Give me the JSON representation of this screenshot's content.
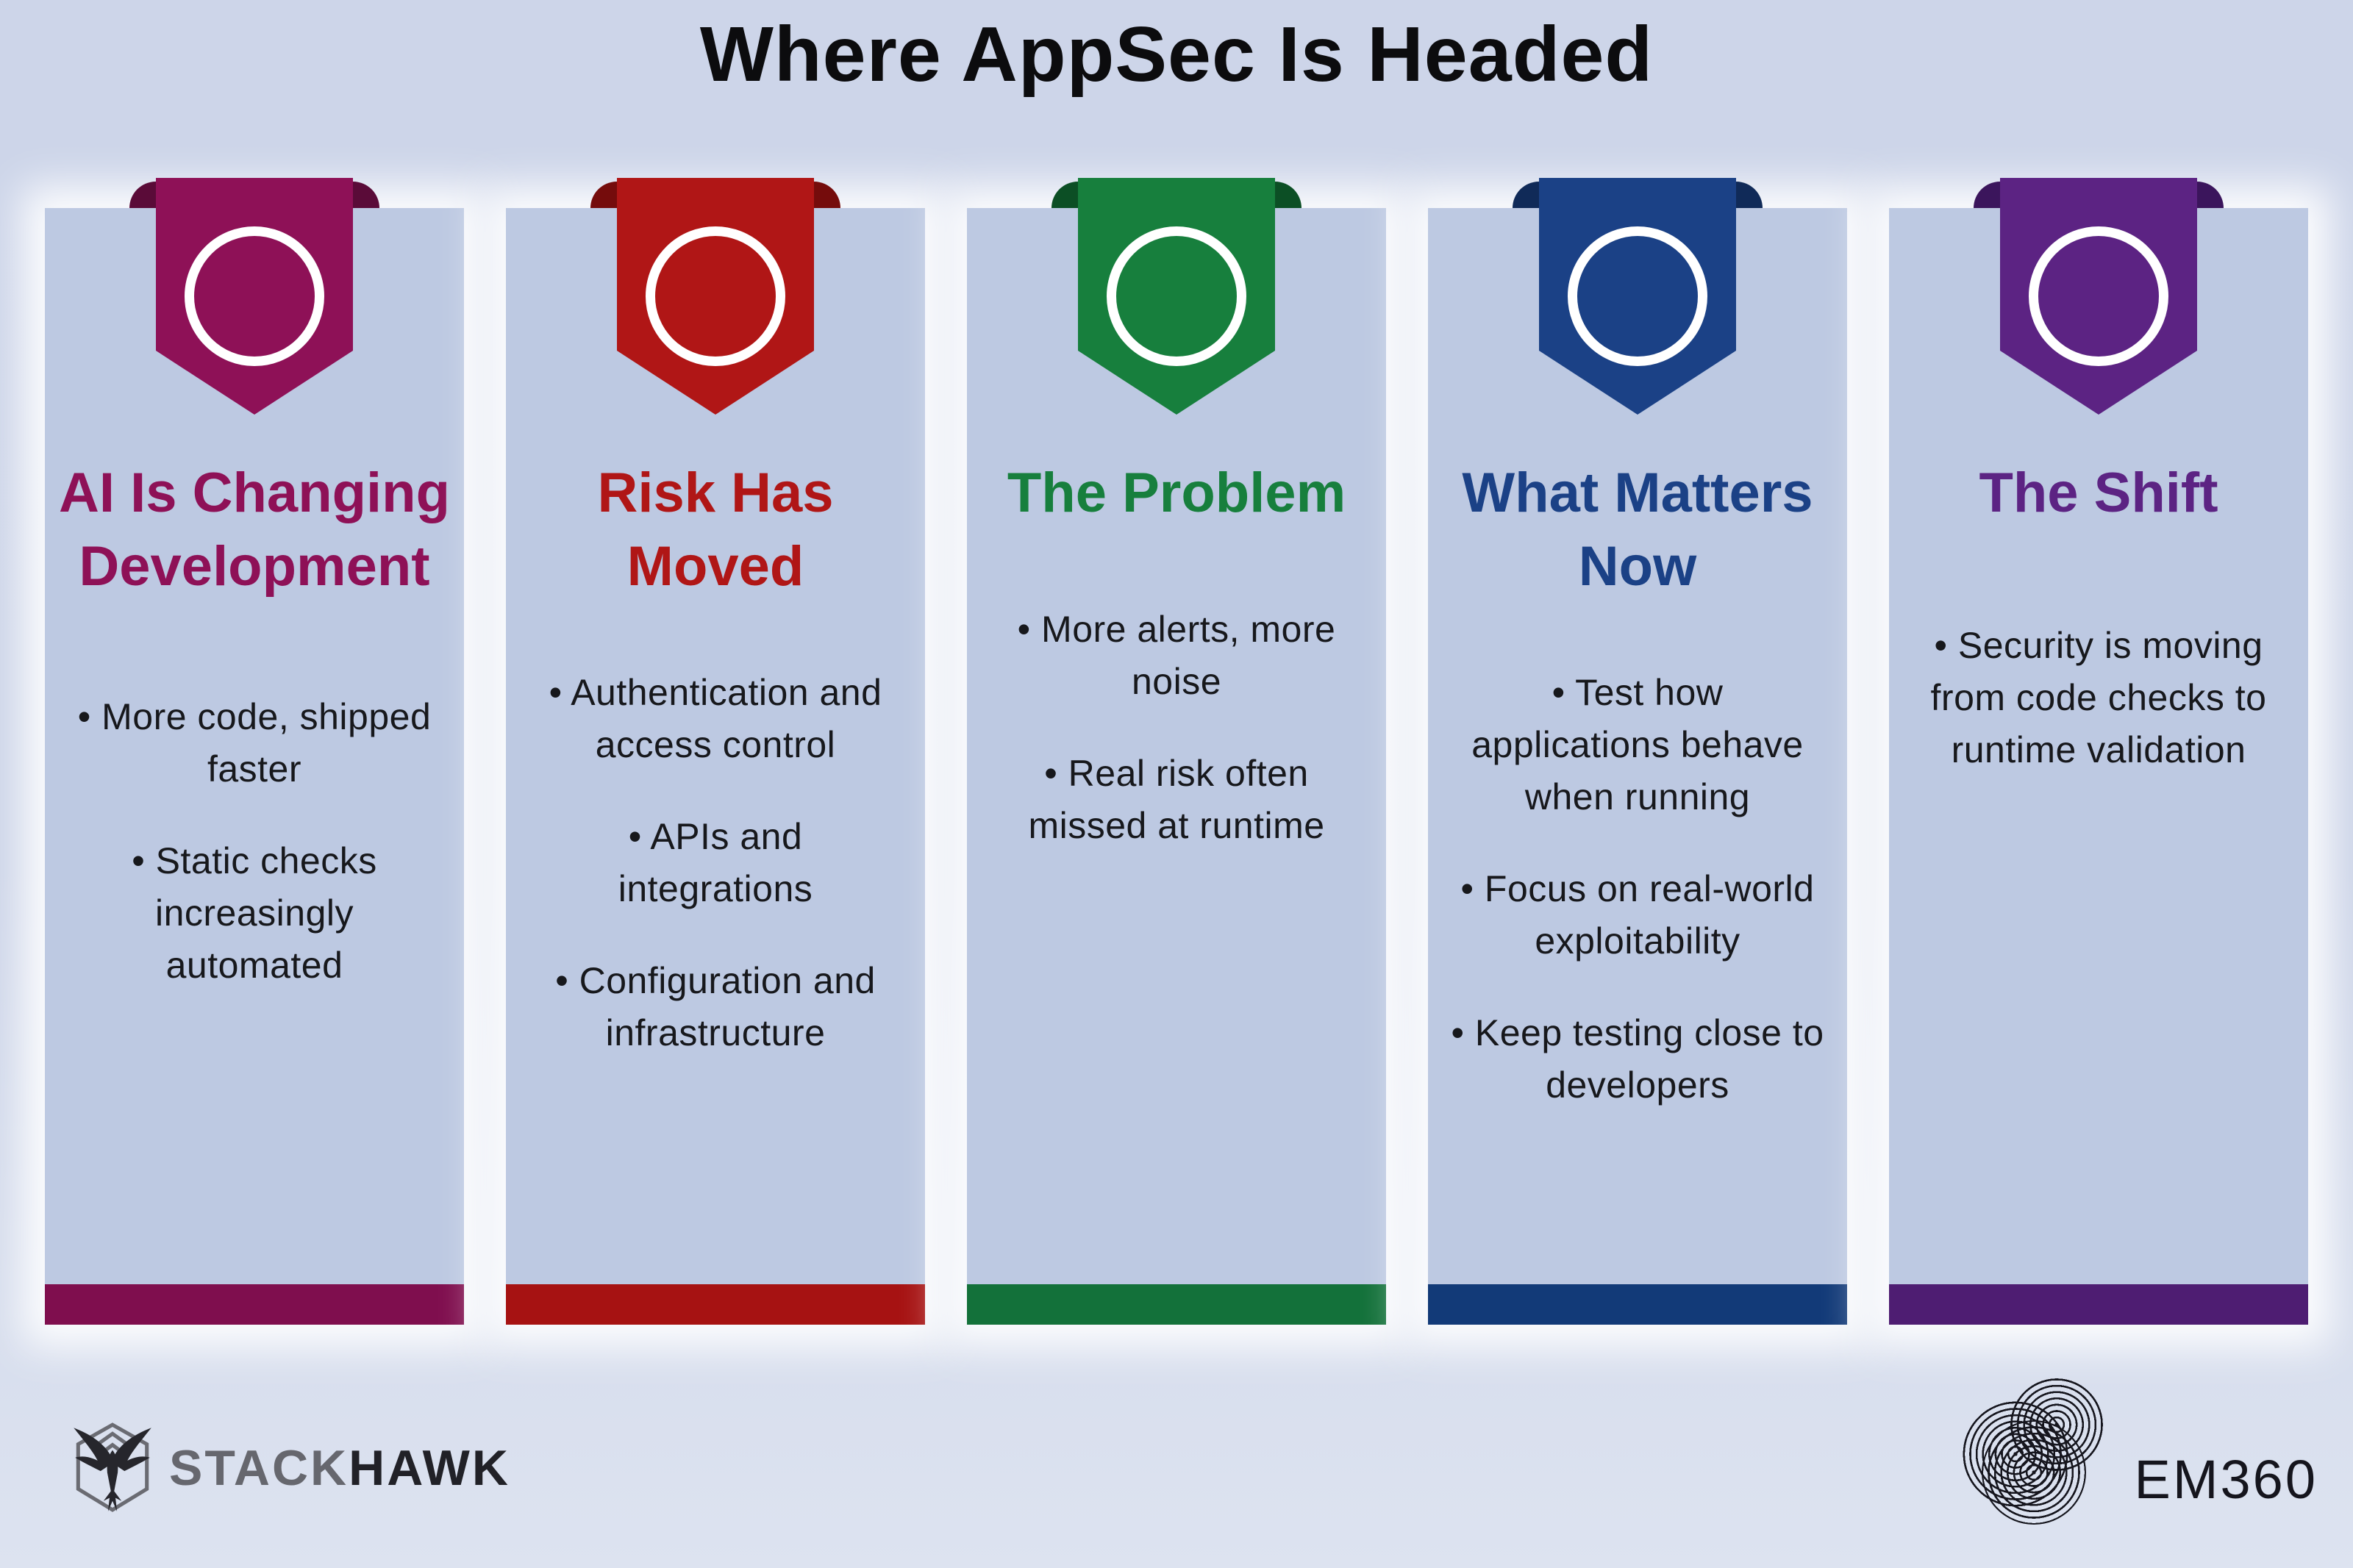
{
  "title": "Where AppSec Is Headed",
  "background_color": "#cdd5e9",
  "card_background_color": "#bdc9e2",
  "bullet_text_color": "#17181c",
  "cards": [
    {
      "heading": "AI Is Changing Development",
      "color": "#8E1157",
      "fold_color": "#5A0B38",
      "bar_color": "#7F0E4E",
      "icon": "circle-ring-icon",
      "bullets": [
        "• More code, shipped faster",
        "• Static checks increasingly automated"
      ]
    },
    {
      "heading": "Risk Has Moved",
      "color": "#B01616",
      "fold_color": "#750C0C",
      "bar_color": "#A61212",
      "icon": "circle-ring-icon",
      "bullets": [
        "• Authentication and access control",
        "• APIs and integrations",
        "• Configuration and infrastructure"
      ]
    },
    {
      "heading": "The Problem",
      "color": "#177F3D",
      "fold_color": "#0C4F25",
      "bar_color": "#13713A",
      "icon": "circle-ring-icon",
      "bullets": [
        "• More alerts, more noise",
        "• Real risk often missed at runtime"
      ]
    },
    {
      "heading": "What Matters Now",
      "color": "#1B4186",
      "fold_color": "#102A58",
      "bar_color": "#123A78",
      "icon": "circle-ring-icon",
      "bullets": [
        "• Test how applications behave when running",
        "• Focus on real-world exploitability",
        "• Keep testing close to developers"
      ]
    },
    {
      "heading": "The Shift",
      "color": "#5C2383",
      "fold_color": "#3B155C",
      "bar_color": "#4E1D72",
      "icon": "circle-ring-icon",
      "bullets": [
        "• Security is moving from code checks to runtime validation"
      ]
    }
  ],
  "footer": {
    "stackhawk": {
      "stack": "STACK",
      "hawk": "HAWK",
      "icon": "hawk-hexagon-logo-icon"
    },
    "em360": {
      "label": "EM360",
      "icon": "concentric-rings-logo-icon"
    }
  }
}
